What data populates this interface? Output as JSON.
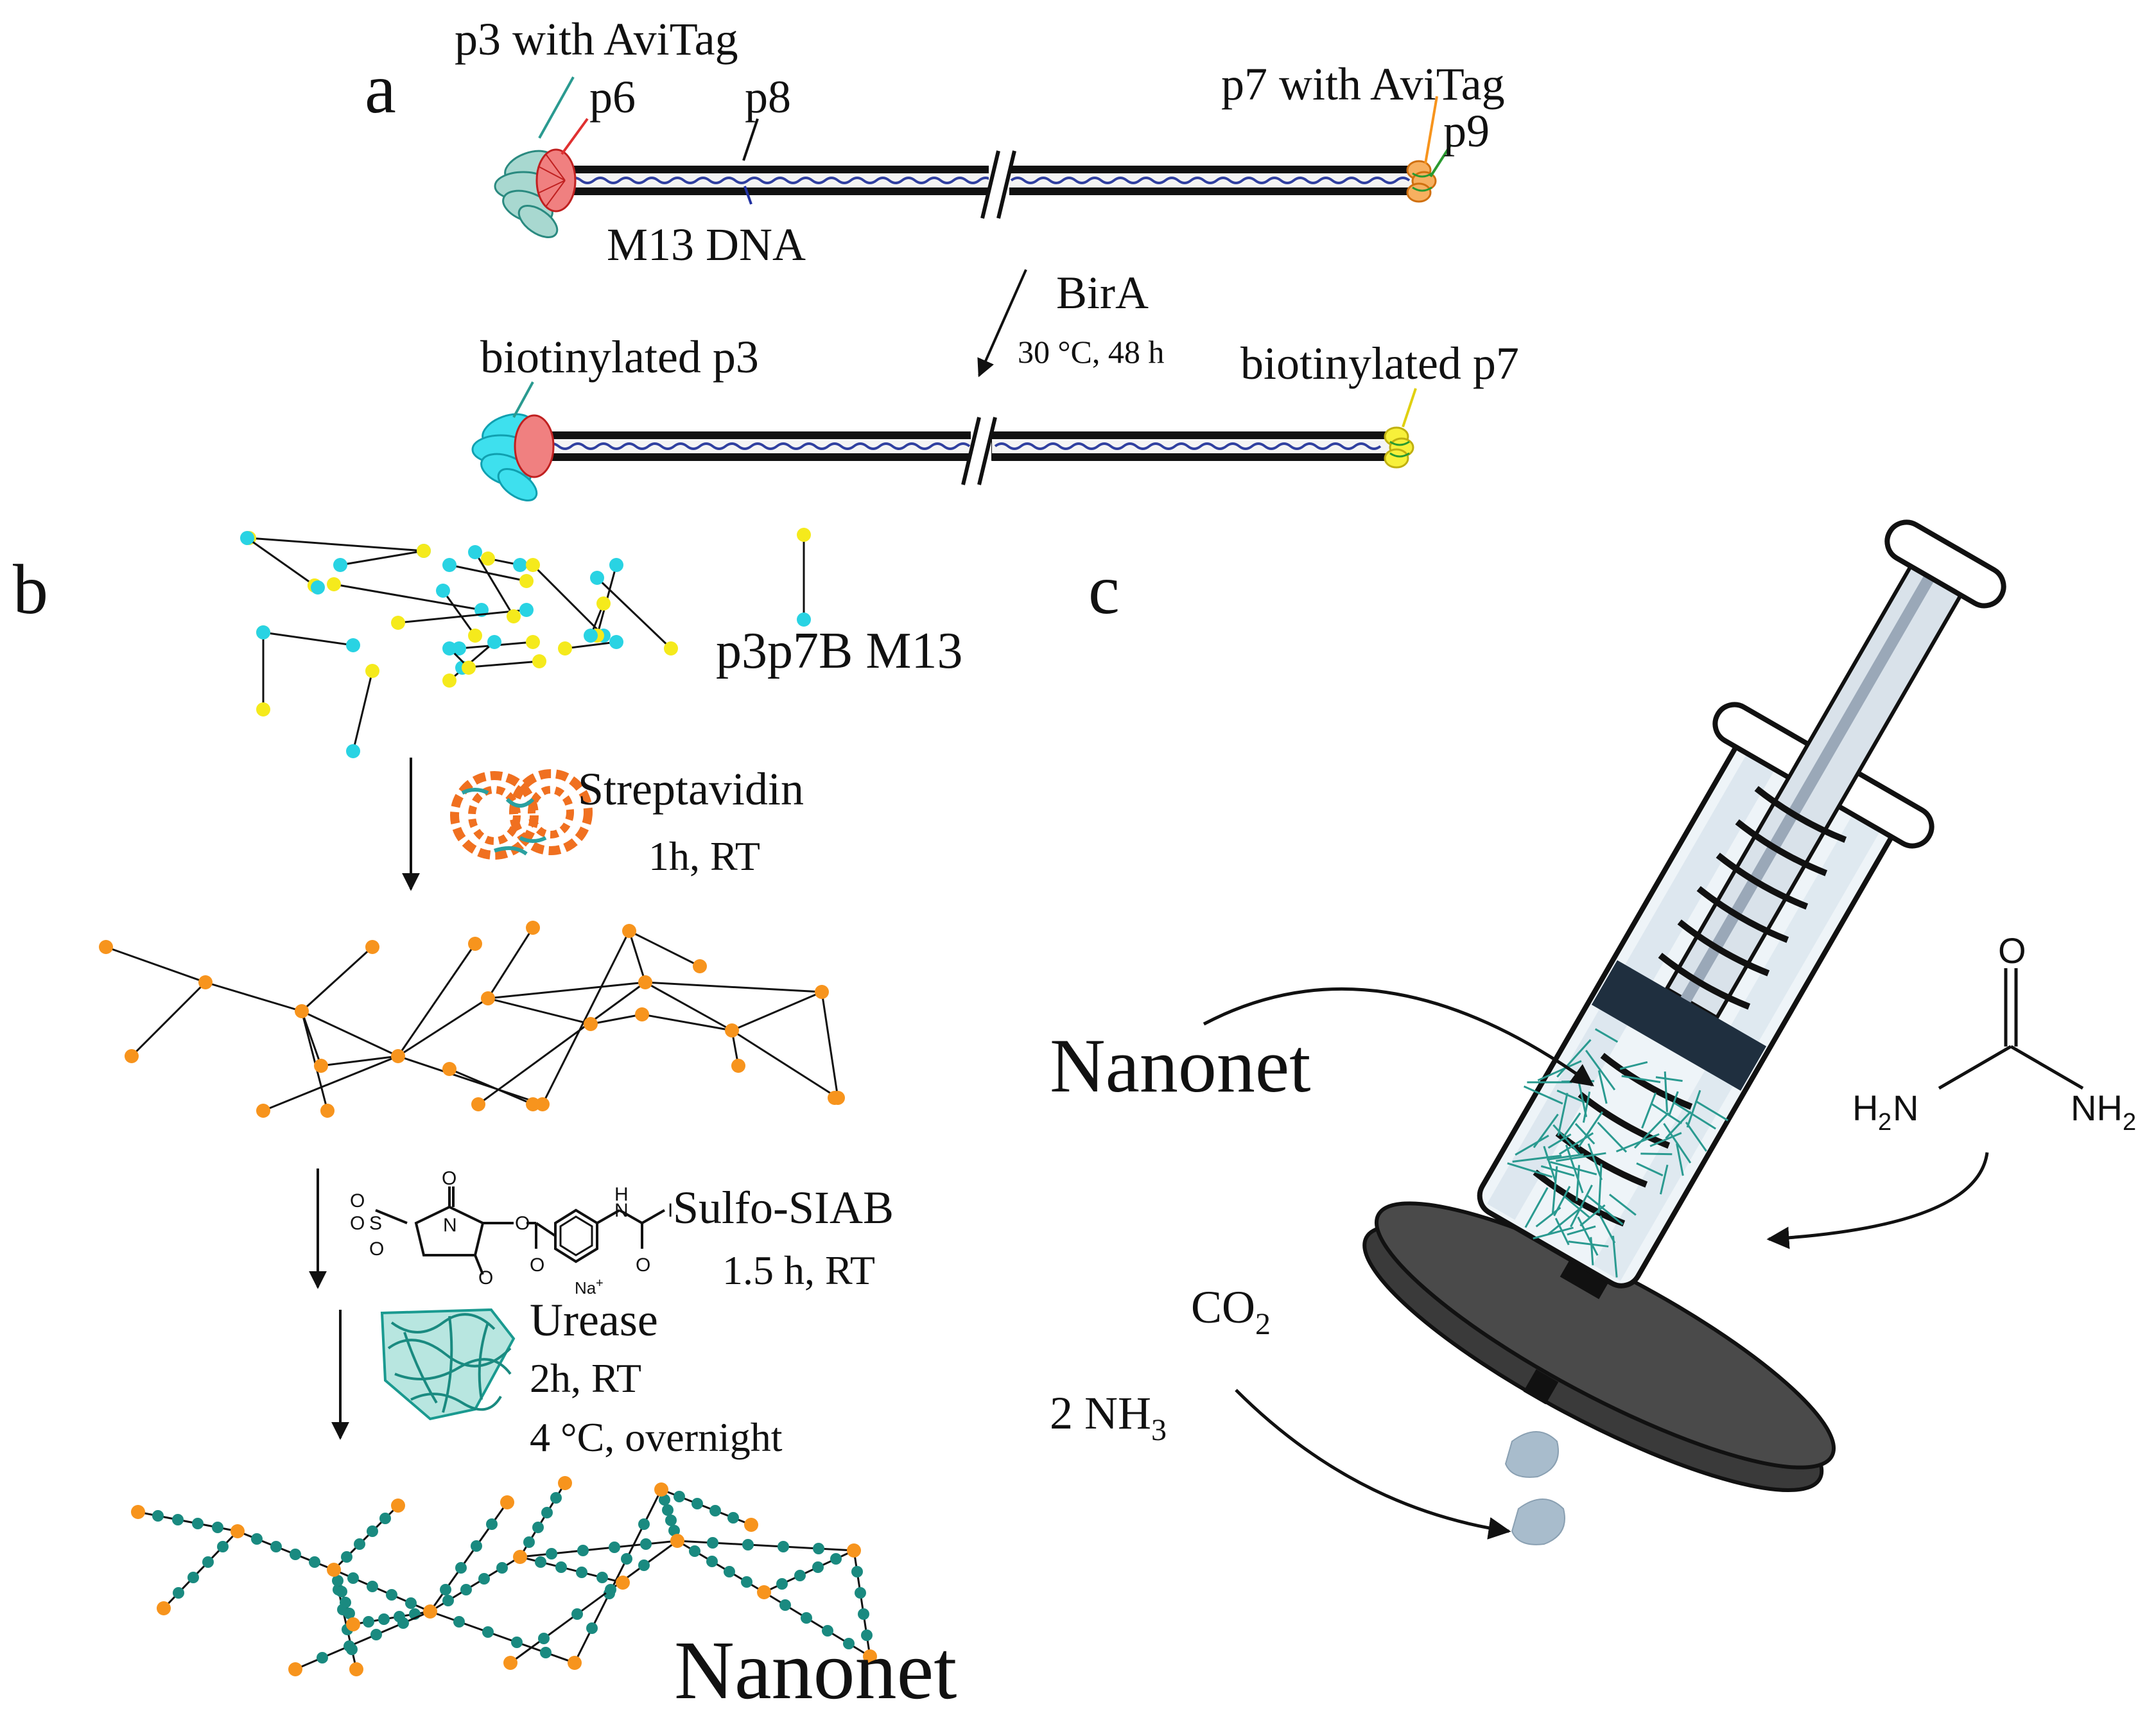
{
  "panel_a": {
    "letter": "a",
    "p3_avitag": "p3 with AviTag",
    "p6": "p6",
    "p8": "p8",
    "m13_dna": "M13 DNA",
    "p7_avitag": "p7 with AviTag",
    "p9": "p9",
    "enzyme": "BirA",
    "conditions": "30 °C, 48 h",
    "biotin_p3": "biotinylated p3",
    "biotin_p7": "biotinylated p7"
  },
  "panel_b": {
    "letter": "b",
    "phage_label": "p3p7B M13",
    "step1_reagent": "Streptavidin",
    "step1_conditions": "1h, RT",
    "step2_reagent": "Sulfo-SIAB",
    "step2_conditions": "1.5 h, RT",
    "step3_reagent": "Urease",
    "step3_time": "2h, RT",
    "step3_cold": "4 °C, overnight",
    "product": "Nanonet",
    "siab_atoms": {
      "o_minus": "O",
      "s": "S",
      "o": "O",
      "n": "N",
      "h": "H",
      "i": "I",
      "na": "Na"
    }
  },
  "panel_c": {
    "letter": "c",
    "nanonet_label": "Nanonet",
    "urea": {
      "o": "O",
      "h2n": "H",
      "nh2": "NH",
      "two": "2"
    },
    "co2": "CO",
    "two_nh3": "2 NH",
    "sub2": "2",
    "sub3": "3"
  },
  "colors": {
    "cyan": "#29d3e3",
    "yellow": "#f5ea1c",
    "orange": "#f7941d",
    "teal": "#1a8a80",
    "red": "#e84a4a",
    "dna_blue": "#3040a0"
  }
}
